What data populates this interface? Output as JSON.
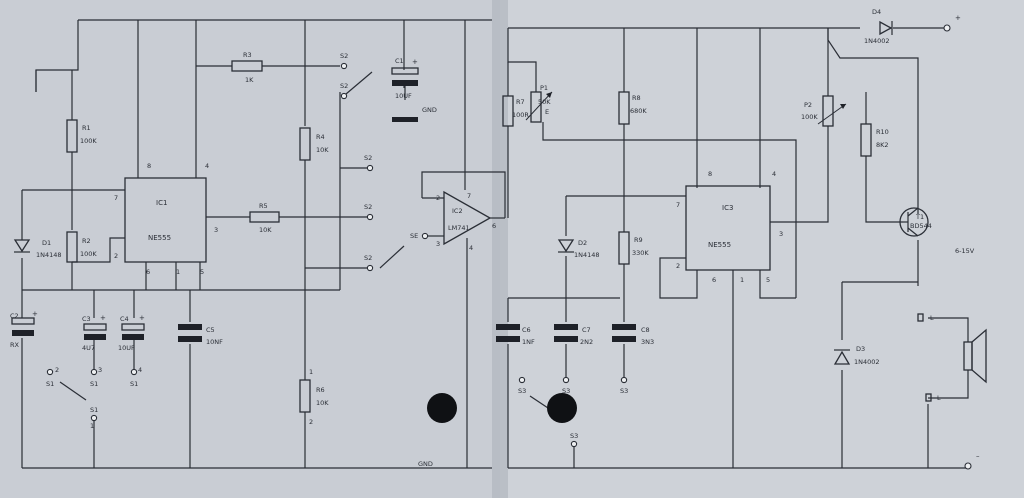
{
  "ic1": {
    "name": "IC1",
    "part": "NE555",
    "pins": {
      "p8": "8",
      "p4": "4",
      "p7": "7",
      "p3": "3",
      "p2": "2",
      "p6": "6",
      "p1": "1",
      "p5": "5"
    }
  },
  "ic2": {
    "name": "IC2",
    "part": "LM741",
    "pins": {
      "p2": "2",
      "p7": "7",
      "p3": "3",
      "p4": "4",
      "p6": "6"
    }
  },
  "ic3": {
    "name": "IC3",
    "part": "NE555",
    "pins": {
      "p8": "8",
      "p4": "4",
      "p7": "7",
      "p3": "3",
      "p2": "2",
      "p6": "6",
      "p1": "1",
      "p5": "5"
    }
  },
  "resistors": {
    "r1": {
      "name": "R1",
      "value": "100K"
    },
    "r2": {
      "name": "R2",
      "value": "100K"
    },
    "r3": {
      "name": "R3",
      "value": "1K"
    },
    "r4": {
      "name": "R4",
      "value": "10K"
    },
    "r5": {
      "name": "R5",
      "value": "10K"
    },
    "r6": {
      "name": "R6",
      "value": "10K"
    },
    "r7": {
      "name": "R7",
      "value": "100R"
    },
    "r8": {
      "name": "R8",
      "value": "680K"
    },
    "r9": {
      "name": "R9",
      "value": "330K"
    },
    "r10": {
      "name": "R10",
      "value": "8K2"
    }
  },
  "pots": {
    "p1": {
      "name": "P1",
      "value": "50K",
      "suffix": "E"
    },
    "p2": {
      "name": "P2",
      "value": "100K"
    }
  },
  "capacitors": {
    "c1": {
      "name": "C1",
      "value": "10UF"
    },
    "c2": {
      "name": "C2",
      "value": "RX"
    },
    "c3": {
      "name": "C3",
      "value": "4U7"
    },
    "c4": {
      "name": "C4",
      "value": "10UF"
    },
    "c5": {
      "name": "C5",
      "value": "10NF"
    },
    "c6": {
      "name": "C6",
      "value": "1NF"
    },
    "c7": {
      "name": "C7",
      "value": "2N2"
    },
    "c8": {
      "name": "C8",
      "value": "3N3"
    }
  },
  "diodes": {
    "d1": {
      "name": "D1",
      "value": "1N4148"
    },
    "d2": {
      "name": "D2",
      "value": "1N4148"
    },
    "d3": {
      "name": "D3",
      "value": "1N4002"
    },
    "d4": {
      "name": "D4",
      "value": "1N4002"
    }
  },
  "transistor": {
    "name": "T1",
    "value": "BD544"
  },
  "switch_labels": {
    "s1": "S1",
    "s2": "S2",
    "s3": "S3",
    "se": "SE",
    "n1": "1",
    "n2": "2",
    "n3": "3",
    "n4": "4"
  },
  "misc": {
    "gnd_c1": "GND",
    "gnd_bottom": "GND",
    "plus": "+",
    "minus": "–",
    "supply": "6-15V",
    "speaker_l": "L"
  },
  "r6_pins": {
    "top": "1",
    "bottom": "2"
  }
}
